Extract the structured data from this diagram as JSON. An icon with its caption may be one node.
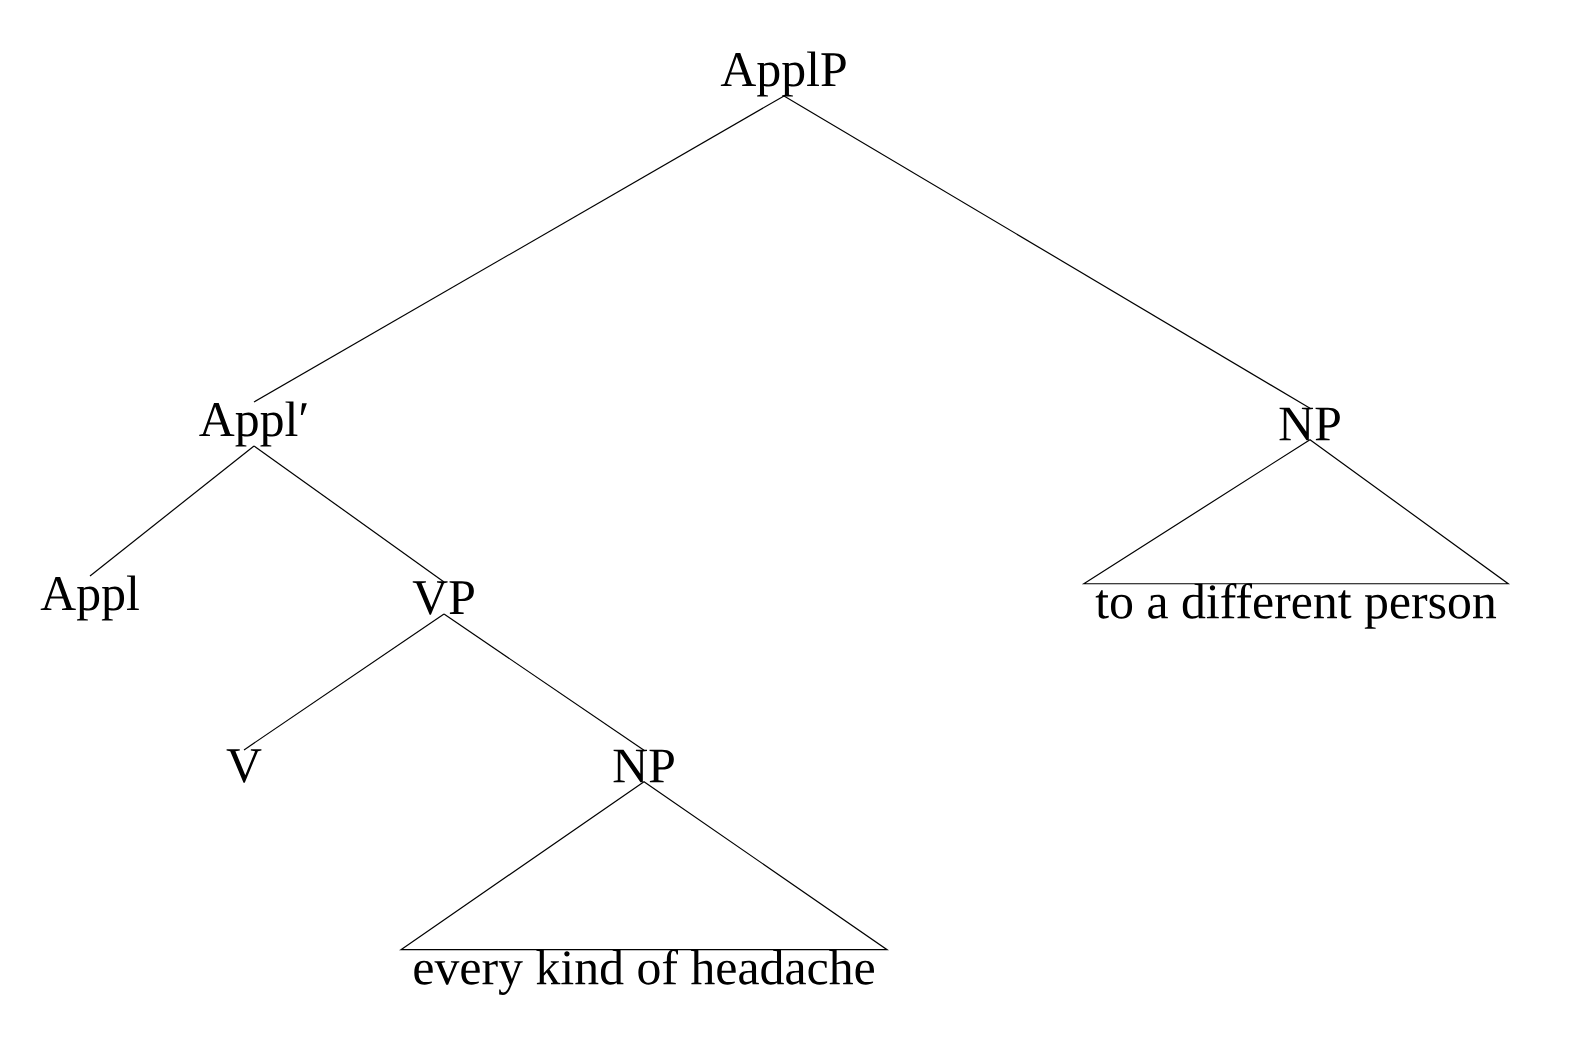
{
  "diagram": {
    "nodes": [
      {
        "text": [
          "ApplP"
        ]
      },
      {
        "text": [
          "Appl′"
        ]
      },
      {
        "text": [
          "NP"
        ]
      },
      {
        "text": [
          "Appl"
        ]
      },
      {
        "text": [
          "VP"
        ]
      },
      {
        "text": [
          "V"
        ]
      },
      {
        "text": [
          "NP"
        ]
      },
      {
        "text": [
          "to a different person"
        ]
      },
      {
        "text": [
          "every kind of headache"
        ]
      }
    ],
    "edges": [
      {
        "from": 0,
        "to": 1,
        "arrow": "none"
      },
      {
        "from": 0,
        "to": 2,
        "arrow": "none"
      },
      {
        "from": 1,
        "to": 3,
        "arrow": "none"
      },
      {
        "from": 1,
        "to": 4,
        "arrow": "none"
      },
      {
        "from": 2,
        "to": 7,
        "arrow": "none"
      },
      {
        "from": 4,
        "to": 5,
        "arrow": "none"
      },
      {
        "from": 4,
        "to": 6,
        "arrow": "none"
      },
      {
        "from": 6,
        "to": 8,
        "arrow": "none"
      }
    ]
  }
}
